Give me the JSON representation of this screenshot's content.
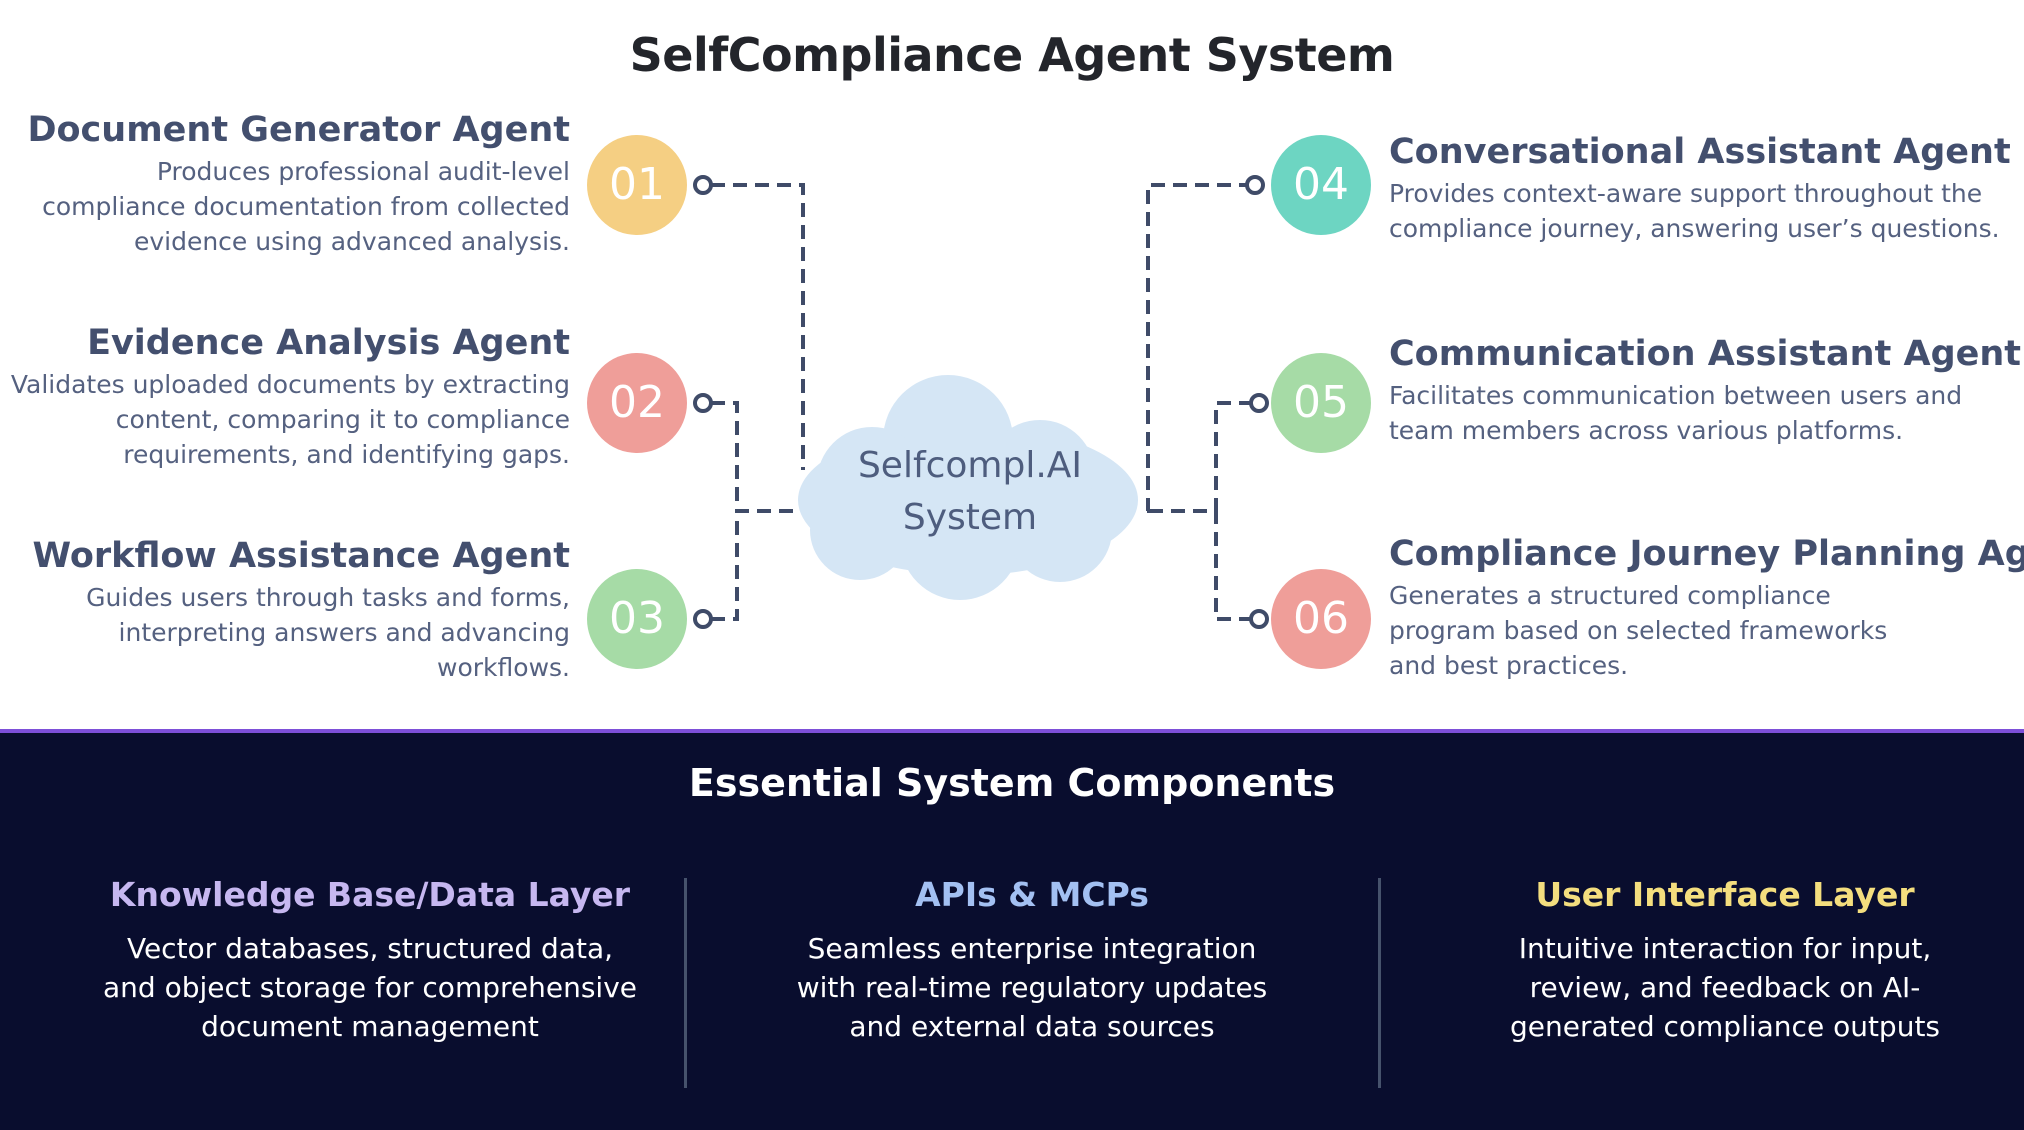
{
  "title": "SelfCompliance Agent System",
  "center": {
    "line1": "Selfcompl.AI",
    "line2": "System"
  },
  "agents": [
    {
      "number": "01",
      "color": "#f5cf83",
      "name": "Document Generator Agent",
      "desc_lines": [
        "Produces professional audit-level",
        "compliance documentation from collected",
        "evidence using advanced analysis."
      ]
    },
    {
      "number": "02",
      "color": "#ef9e99",
      "name": "Evidence Analysis Agent",
      "desc_lines": [
        "Validates uploaded documents by extracting",
        "content, comparing it to compliance",
        "requirements, and identifying gaps."
      ]
    },
    {
      "number": "03",
      "color": "#a6dba6",
      "name": "Workflow Assistance Agent",
      "desc_lines": [
        "Guides users through tasks and forms,",
        "interpreting answers and advancing",
        "workflows."
      ]
    },
    {
      "number": "04",
      "color": "#6dd5c2",
      "name": "Conversational Assistant Agent",
      "desc_lines": [
        "Provides context-aware support throughout the",
        "compliance journey, answering user’s questions."
      ]
    },
    {
      "number": "05",
      "color": "#a6dba6",
      "name": "Communication Assistant Agent",
      "desc_lines": [
        "Facilitates communication between users and",
        "team members across various platforms."
      ]
    },
    {
      "number": "06",
      "color": "#ef9e99",
      "name": "Compliance Journey Planning Agent",
      "desc_lines": [
        "Generates a structured compliance",
        "program based on selected frameworks",
        "and best practices."
      ]
    }
  ],
  "components": {
    "title": "Essential System Components",
    "items": [
      {
        "title": "Knowledge Base/Data Layer",
        "color": "#c6b7f0",
        "desc_lines": [
          "Vector databases, structured data,",
          "and object storage for comprehensive",
          "document management"
        ]
      },
      {
        "title": "APIs & MCPs",
        "color": "#a3c0f2",
        "desc_lines": [
          "Seamless enterprise integration",
          "with real-time regulatory updates",
          "and external data sources"
        ]
      },
      {
        "title": "User Interface Layer",
        "color": "#f4de7e",
        "desc_lines": [
          "Intuitive interaction for input,",
          "review, and feedback on AI-",
          "generated compliance outputs"
        ]
      }
    ]
  }
}
